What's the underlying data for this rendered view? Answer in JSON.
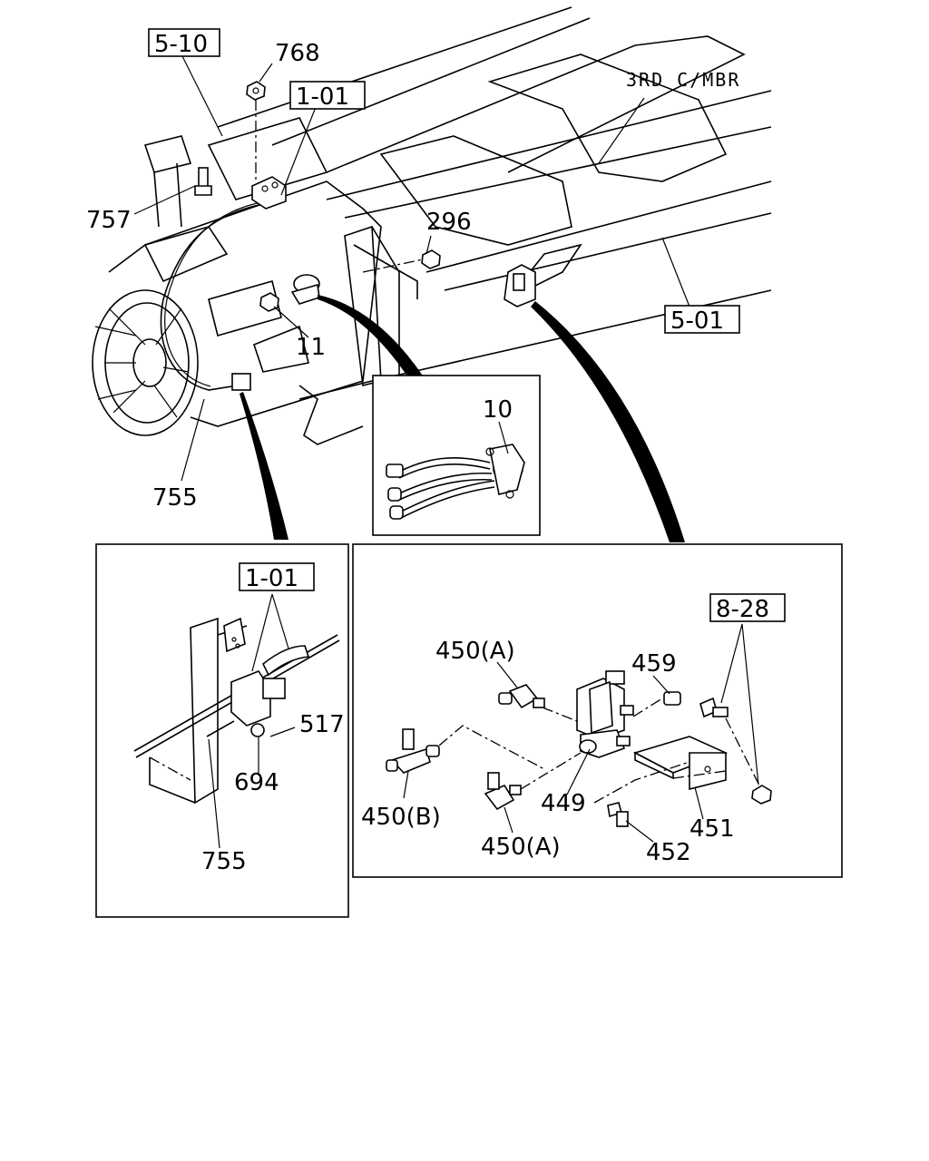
{
  "refs": {
    "r510": "5-10",
    "r101_top": "1-01",
    "r501": "5-01",
    "r101_detail": "1-01",
    "r828": "8-28"
  },
  "labels": {
    "third_cross_member": "3RD C/MBR"
  },
  "parts": {
    "p768": "768",
    "p757": "757",
    "p296": "296",
    "p11": "11",
    "p755_main": "755",
    "p10": "10",
    "p517": "517",
    "p694": "694",
    "p755_detail": "755",
    "p450a_top": "450(A)",
    "p459": "459",
    "p450b": "450(B)",
    "p449": "449",
    "p451": "451",
    "p450a_bottom": "450(A)",
    "p452": "452"
  }
}
